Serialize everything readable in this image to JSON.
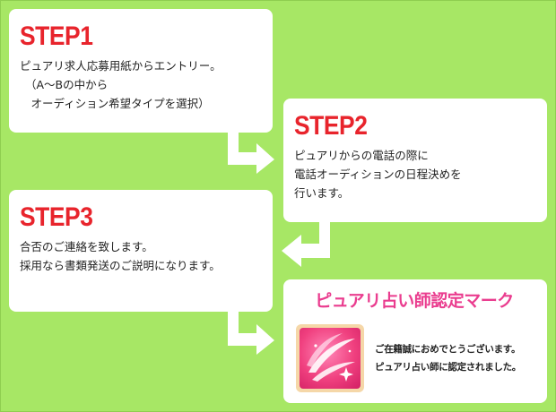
{
  "steps": [
    {
      "title": "STEP1",
      "lines": [
        "ピュアリ求人応募用紙からエントリー。",
        "（A～Bの中から",
        "　オーディション希望タイプを選択）"
      ]
    },
    {
      "title": "STEP2",
      "lines": [
        "ピュアリからの電話の際に",
        "電話オーディションの日程決めを",
        "行います。"
      ]
    },
    {
      "title": "STEP3",
      "lines": [
        "合否のご連絡を致します。",
        "採用なら書類発送のご説明になります。"
      ]
    }
  ],
  "mark": {
    "title": "ピュアリ占い師認定マーク",
    "lines": [
      "ご在籍誠におめでとうございます。",
      "ピュアリ占い師に認定されました。"
    ],
    "badge_icon": "feather-emblem-icon"
  },
  "colors": {
    "background": "#a7e765",
    "step_title": "#e8242c",
    "mark_title": "#ea3d8f",
    "badge": "#f0407f"
  }
}
